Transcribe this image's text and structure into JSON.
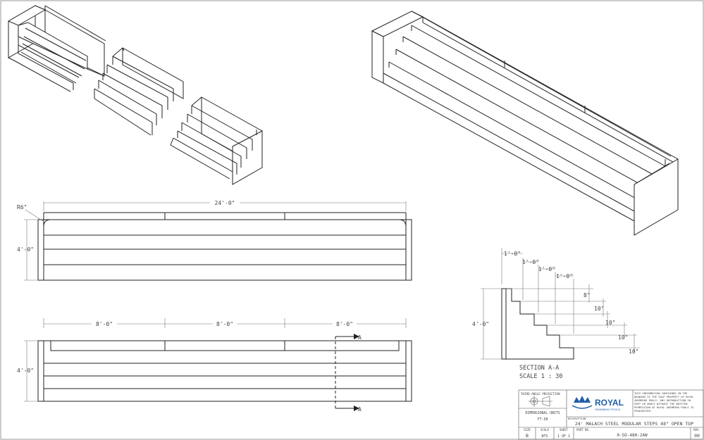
{
  "plan": {
    "overall_length": "24'-0\"",
    "radius_note": "R6\"",
    "width": "4'-0\"",
    "section_length": "8'-0\"",
    "section_marker": "A"
  },
  "section": {
    "height": "4'-0\"",
    "tread_1": "1'-0\"",
    "tread_2": "1'-0\"",
    "tread_3": "1'-0\"",
    "tread_4": "1'-0\"",
    "rise_1": "8\"",
    "rise_2": "10\"",
    "rise_3": "10\"",
    "rise_4": "10\"",
    "rise_5": "10\"",
    "title": "SECTION A-A",
    "scale": "SCALE 1 : 30"
  },
  "title_block": {
    "projection_label": "THIRD ANGLE PROJECTION",
    "units_label": "DIMENSIONAL UNITS",
    "units_value": "FT-IN",
    "logo_text": "ROYAL",
    "logo_sub": "SWIMMING POOLS",
    "notice_line_1": "THIS INFORMATION CONTAINED IN THE",
    "notice_line_2": "DRAWING IS THE SOLE PROPERTY OF ROYAL",
    "notice_line_3": "SWIMMING POOLS. ANY REPRODUCTION IN",
    "notice_line_4": "PART OR WHOLE WITHOUT THE WRITTEN",
    "notice_line_5": "PERMISSION OF ROYAL SWIMMING POOLS IS",
    "notice_line_6": "PROHIBITED.",
    "description_label": "DESCRIPTION",
    "description": "24' MALACH STEEL MODULAR STEPS 48\" OPEN TOP",
    "size_label": "SIZE",
    "size_value": "B",
    "scale_label": "SCALE",
    "scale_value": "NTS",
    "sheet_label": "SHEET",
    "sheet_value": "1 OF 1",
    "part_label": "PART NO.",
    "part_value": "0-SO-48H-24W",
    "rev_label": "REV.",
    "rev_value": "00"
  },
  "colors": {
    "line": "#222222",
    "brand": "#1f5fa8"
  }
}
